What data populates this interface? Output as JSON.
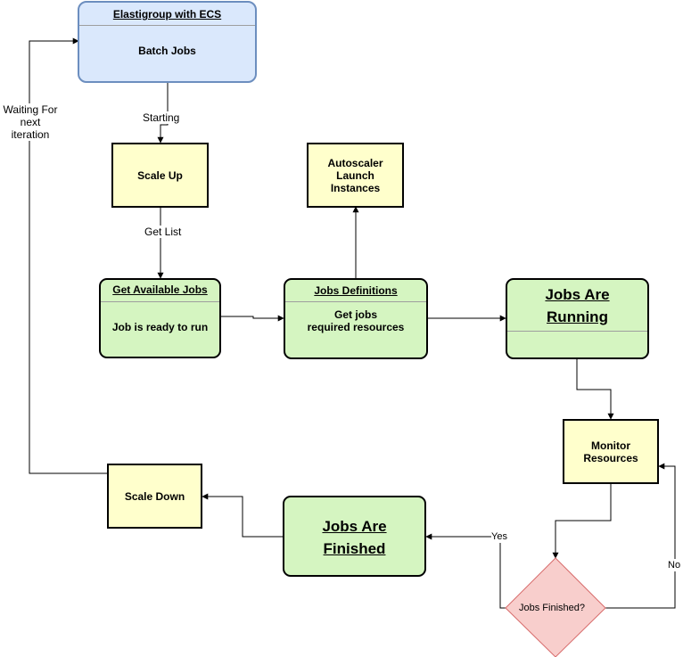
{
  "nodes": {
    "elastigroup": {
      "title": "Elastigroup with ECS",
      "body": "Batch Jobs"
    },
    "scale_up": "Scale Up",
    "autoscaler": "Autoscaler\nLaunch\nInstances",
    "get_available_jobs": {
      "title": "Get Available Jobs",
      "body": "Job is ready to run"
    },
    "jobs_definitions": {
      "title": "Jobs Definitions",
      "body": "Get jobs\nrequired resources"
    },
    "jobs_running": {
      "title": "Jobs Are\nRunning"
    },
    "monitor": "Monitor\nResources",
    "scale_down": "Scale Down",
    "jobs_finished": {
      "title": "Jobs Are\nFinished"
    },
    "decision": "Jobs Finished?"
  },
  "edge_labels": {
    "starting": "Starting",
    "get_list": "Get List",
    "waiting": "Waiting For\nnext iteration",
    "yes": "Yes",
    "no": "No"
  },
  "colors": {
    "blue_fill": "#dae8fc",
    "blue_stroke": "#6c8ebf",
    "yellow_fill": "#ffffcc",
    "green_fill": "#d5f5c1",
    "decision_fill": "#f8cecc",
    "decision_stroke": "#d76b6b"
  }
}
